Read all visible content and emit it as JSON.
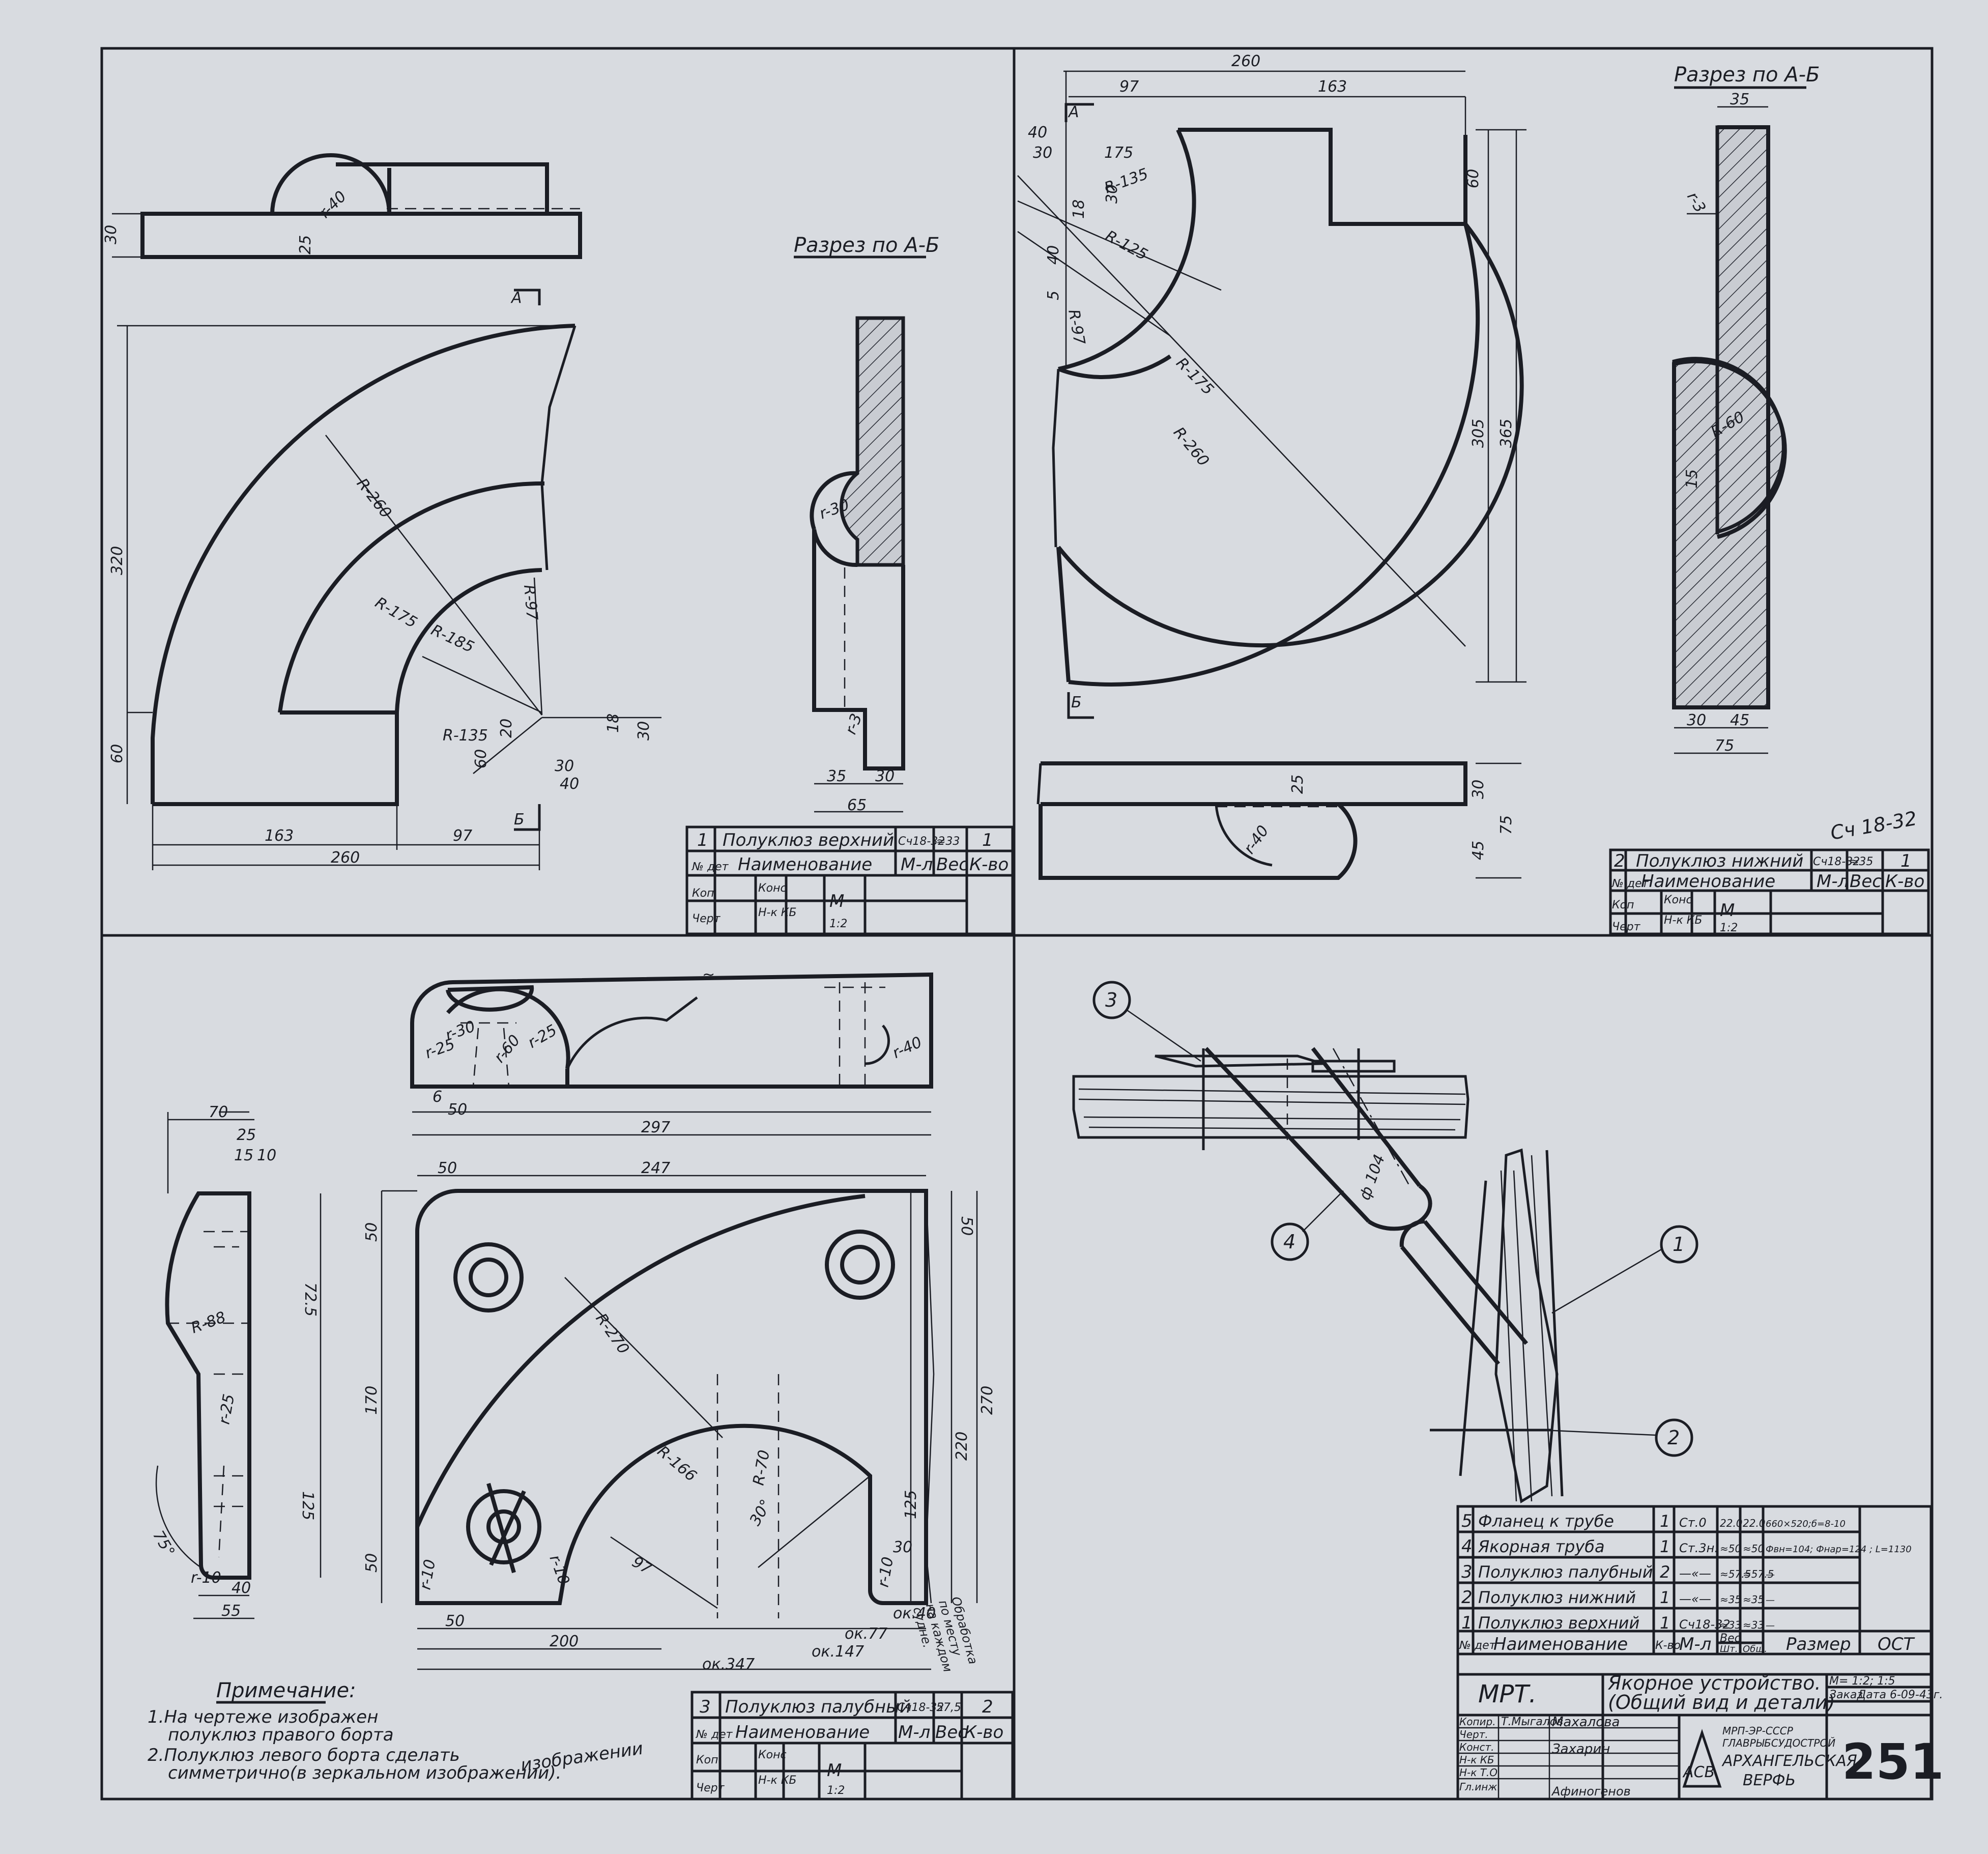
{
  "colors": {
    "paper": "#d8dbe0",
    "ink": "#1b1d24",
    "hatch": "#2a2d36"
  },
  "q1": {
    "section_label": "Разрез по А-Б",
    "mark_a": "А",
    "mark_b": "Б",
    "dims": [
      "30",
      "25",
      "r-40",
      "320",
      "R-260",
      "R-175",
      "R-185",
      "R-97",
      "R-135",
      "60",
      "60",
      "20",
      "18",
      "30",
      "30",
      "40",
      "163",
      "97",
      "260",
      "r-30",
      "r-3",
      "35",
      "30",
      "65"
    ],
    "table": {
      "row1": [
        "1",
        "Полуклюз верхний",
        "Сч18-32",
        "≈33",
        "1"
      ],
      "header": [
        "№ дет",
        "Наименование",
        "М-л",
        "Вес",
        "К-во"
      ],
      "stamp": [
        "Коп",
        "Конс",
        "М",
        "Черт",
        "Н-к КБ",
        "1:2"
      ]
    }
  },
  "q2": {
    "section_label": "Разрез по А-Б",
    "mark_a": "А",
    "mark_b": "Б",
    "dims": [
      "260",
      "97",
      "163",
      "40",
      "30",
      "175",
      "R-135",
      "30",
      "18",
      "R-125",
      "40",
      "5",
      "R-97",
      "R-175",
      "R-260",
      "60",
      "305",
      "365",
      "35",
      "r-3",
      "R-60",
      "15",
      "30",
      "45",
      "75",
      "25",
      "r-40",
      "30",
      "45",
      "75"
    ],
    "note_hand": "Сч 18-32",
    "table": {
      "row1": [
        "2",
        "Полуклюз нижний",
        "Сч18-32",
        "≈35",
        "1"
      ],
      "header": [
        "№ дет",
        "Наименование",
        "М-л",
        "Вес",
        "К-во"
      ],
      "stamp": [
        "Коп",
        "Конс",
        "М",
        "Черт",
        "Н-к КБ",
        "1:2"
      ]
    }
  },
  "q3": {
    "dims": [
      "~",
      "r-30",
      "r-60",
      "r-25",
      "r-25",
      "r-40",
      "6",
      "50",
      "297",
      "70",
      "25",
      "15",
      "10",
      "72.5",
      "R-88",
      "r-25",
      "125",
      "75°",
      "r-10",
      "40",
      "55",
      "50",
      "247",
      "50",
      "170",
      "50",
      "R-270",
      "R-70",
      "R-166",
      "97",
      "30°",
      "r-10",
      "r-10",
      "r-10",
      "50",
      "220",
      "270",
      "125",
      "30",
      "ок.40",
      "50",
      "200",
      "ок.147",
      "ок.77",
      "ок.347"
    ],
    "processing_note": [
      "Обработка",
      "по месту",
      "на каждом",
      "судне."
    ],
    "notes": {
      "heading": "Примечание:",
      "lines": [
        "1.На чертеже изображен",
        "полуклюз правого борта",
        "2.Полуклюз левого борта сделать",
        "симметрично(в зеркальном изображении)."
      ],
      "hand": "изображении"
    },
    "table": {
      "row1": [
        "3",
        "Полуклюз палубный",
        "Сч18-32",
        "57,5",
        "2"
      ],
      "header": [
        "№ дет",
        "Наименование",
        "М-л",
        "Вес",
        "К-во"
      ],
      "stamp": [
        "Коп",
        "Конс",
        "М",
        "Черт",
        "Н-к КБ",
        "1:2"
      ]
    }
  },
  "q4": {
    "callouts": [
      "1",
      "2",
      "3",
      "4"
    ],
    "pipe_dim": "ф 104",
    "bom": [
      [
        "5",
        "Фланец к трубе",
        "1",
        "Ст.0",
        "22.0",
        "22.0",
        "660×520;б=8-10"
      ],
      [
        "4",
        "Якорная труба",
        "1",
        "Ст.3н.",
        "≈50",
        "≈50",
        "Фвн=104; Фнар=124 ; L=1130"
      ],
      [
        "3",
        "Полуклюз палубный",
        "2",
        "—«—",
        "≈57.5",
        "≈57.5",
        "—"
      ],
      [
        "2",
        "Полуклюз нижний",
        "1",
        "—«—",
        "≈35",
        "≈35",
        "—"
      ],
      [
        "1",
        "Полуклюз верхний",
        "1",
        "Сч18-32",
        "≈33",
        "≈33",
        "—"
      ]
    ],
    "bom_header": [
      "№ дет",
      "Наименование",
      "К-во",
      "М-л",
      "Шт.",
      "Общ.",
      "Размер",
      "ОСТ"
    ],
    "bom_weight": "Вес",
    "title_block": {
      "org": "МРТ.",
      "title": [
        "Якорное устройство.",
        "(Общий вид и детали)"
      ],
      "scale": "М= 1:2; 1:5",
      "order": "Заказ",
      "date": "Дата 6-09-43г.",
      "roles": [
        "Копир.",
        "Черт.",
        "Конст.",
        "Н-к КБ",
        "Н-к Т.О",
        "Гл.инж."
      ],
      "names": [
        "Т.Мыгалов",
        "Махалова",
        "Захарин",
        "Афиногенов"
      ],
      "ministry": [
        "МРП-ЭР-СССР",
        "ГЛАВРЫБСУДОСТРОЙ"
      ],
      "logo": "АСВ",
      "plant": [
        "АРХАНГЕЛЬСКАЯ",
        "ВЕРФЬ"
      ],
      "sheet_no": "251"
    }
  }
}
